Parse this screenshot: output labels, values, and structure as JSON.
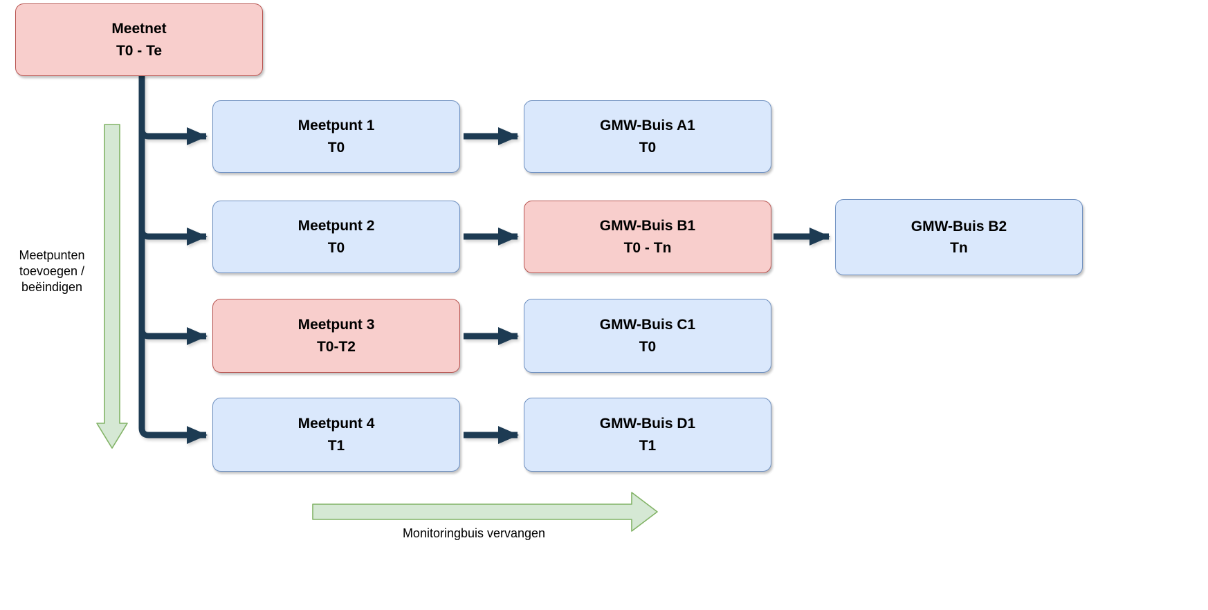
{
  "diagram": {
    "boxes": {
      "meetnet": {
        "line1": "Meetnet",
        "line2": "T0 - Te",
        "variant": "red"
      },
      "meetpunt1": {
        "line1": "Meetpunt 1",
        "line2": "T0",
        "variant": "blue"
      },
      "meetpunt2": {
        "line1": "Meetpunt 2",
        "line2": "T0",
        "variant": "blue"
      },
      "meetpunt3": {
        "line1": "Meetpunt 3",
        "line2": "T0-T2",
        "variant": "red"
      },
      "meetpunt4": {
        "line1": "Meetpunt 4",
        "line2": "T1",
        "variant": "blue"
      },
      "gmw_a1": {
        "line1": "GMW-Buis A1",
        "line2": "T0",
        "variant": "blue"
      },
      "gmw_b1": {
        "line1": "GMW-Buis B1",
        "line2": "T0 - Tn",
        "variant": "red"
      },
      "gmw_c1": {
        "line1": "GMW-Buis C1",
        "line2": "T0",
        "variant": "blue"
      },
      "gmw_d1": {
        "line1": "GMW-Buis D1",
        "line2": "T1",
        "variant": "blue"
      },
      "gmw_b2": {
        "line1": "GMW-Buis B2",
        "line2": "Tn",
        "variant": "blue"
      }
    },
    "labels": {
      "meetpunten": {
        "line1": "Meetpunten",
        "line2": "toevoegen /",
        "line3": "beëindigen"
      },
      "monitoringbuis": {
        "text": "Monitoringbuis vervangen"
      }
    },
    "colors": {
      "red_fill": "#f8cecc",
      "red_border": "#b85450",
      "blue_fill": "#dae8fc",
      "blue_border": "#6c8ebf",
      "connector": "#1d3b53",
      "green_fill": "#d5e8d4",
      "green_border": "#82b366"
    }
  }
}
